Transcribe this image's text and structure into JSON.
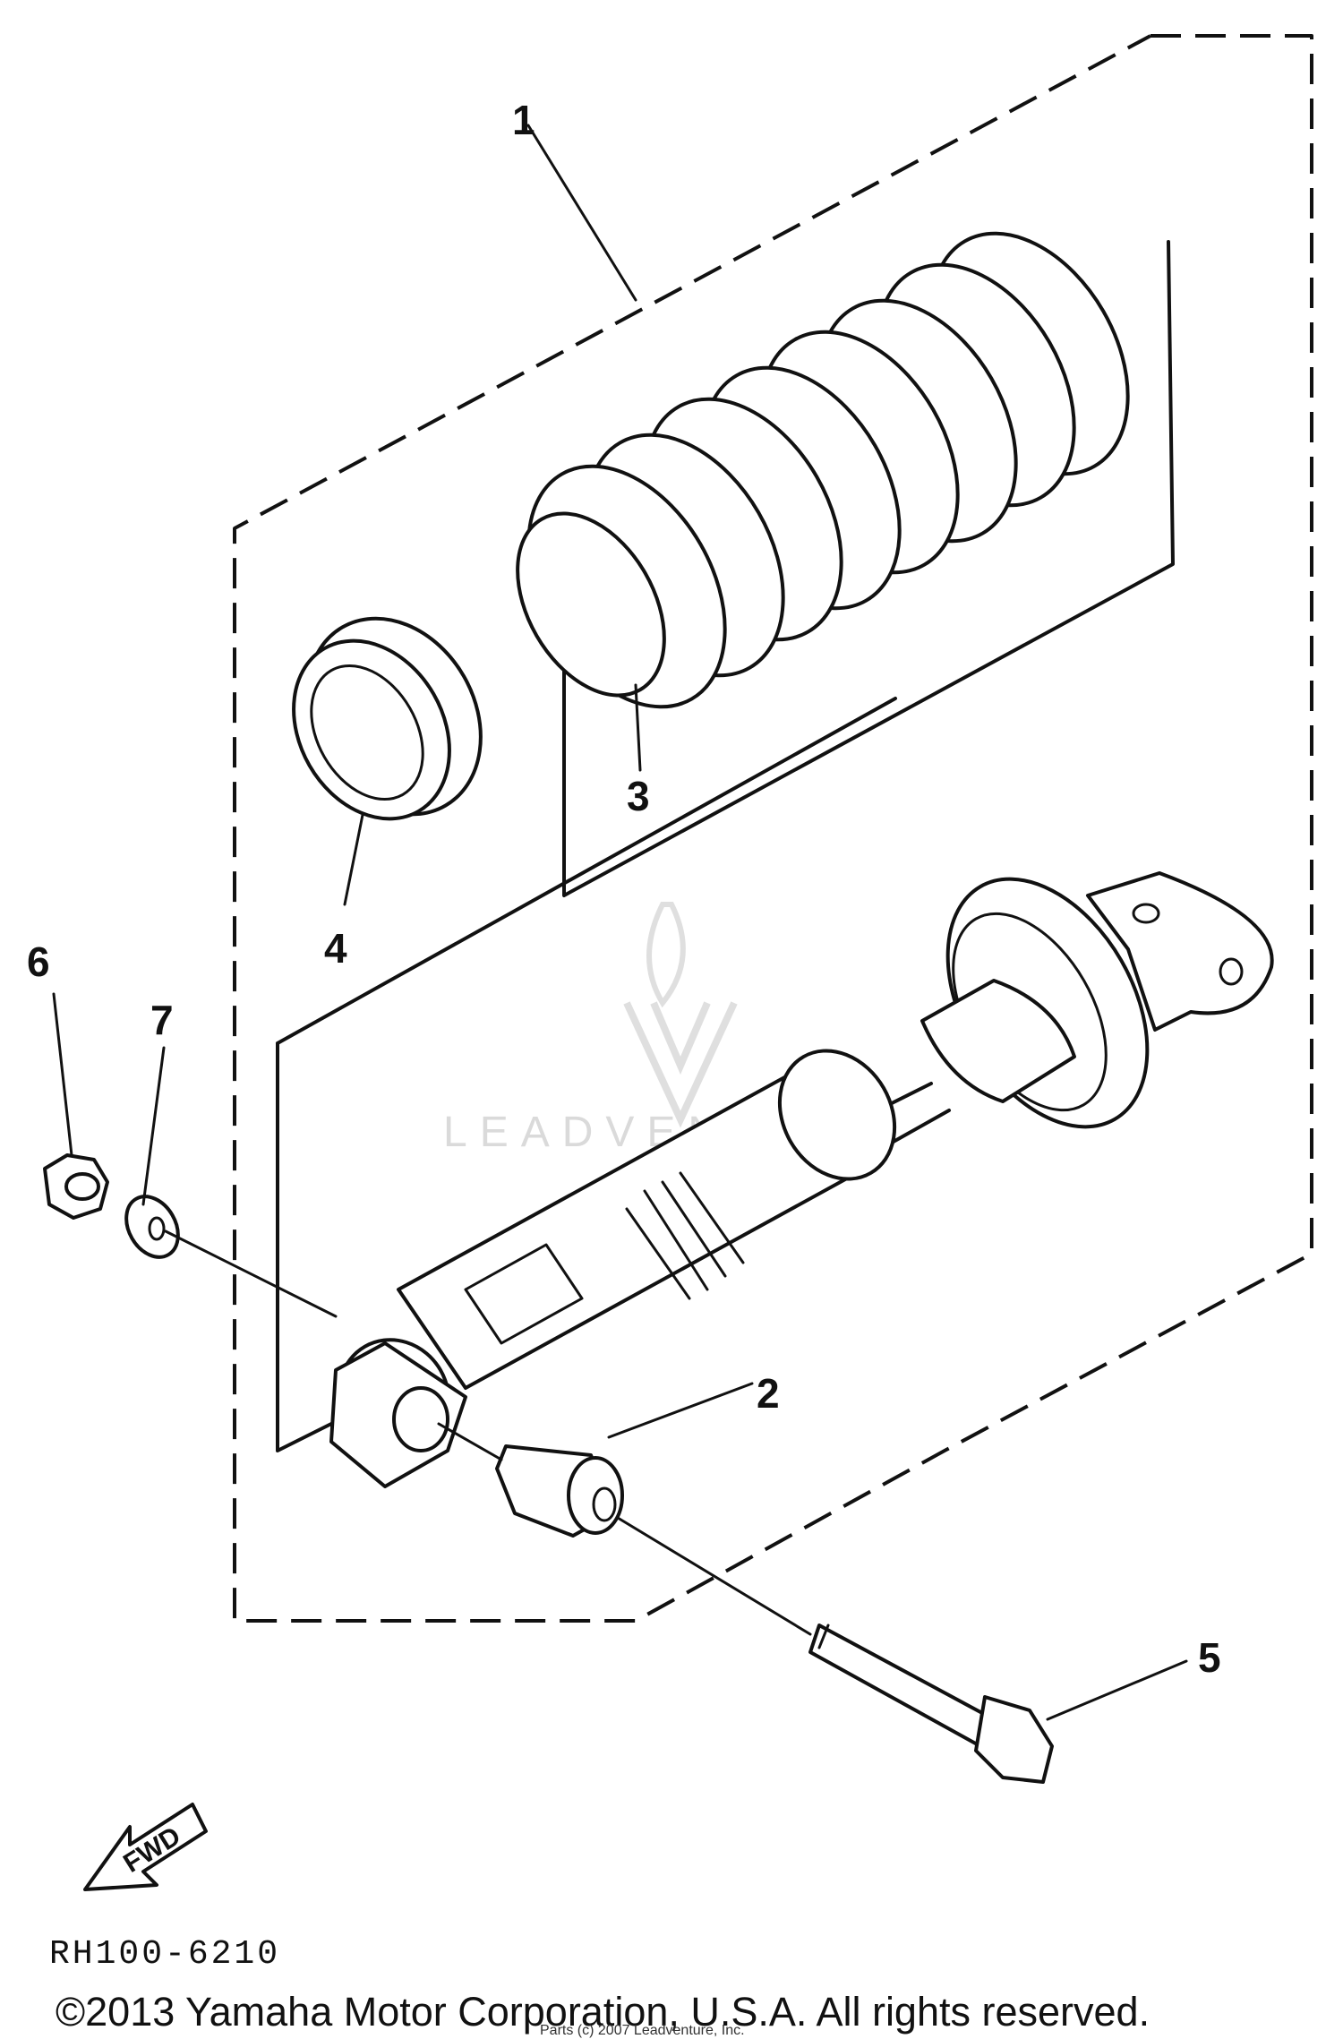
{
  "diagram": {
    "callouts": [
      {
        "id": "1",
        "label": "1"
      },
      {
        "id": "2",
        "label": "2"
      },
      {
        "id": "3",
        "label": "3"
      },
      {
        "id": "4",
        "label": "4"
      },
      {
        "id": "5",
        "label": "5"
      },
      {
        "id": "6",
        "label": "6"
      },
      {
        "id": "7",
        "label": "7"
      }
    ],
    "direction_arrow_label": "FWD",
    "figure_code": "RH100-6210",
    "copyright": "©2013 Yamaha Motor Corporation, U.S.A. All rights reserved.",
    "stamp": "Parts (c) 2007 Leadventure, Inc.",
    "watermark": "LEADVENTURE"
  }
}
